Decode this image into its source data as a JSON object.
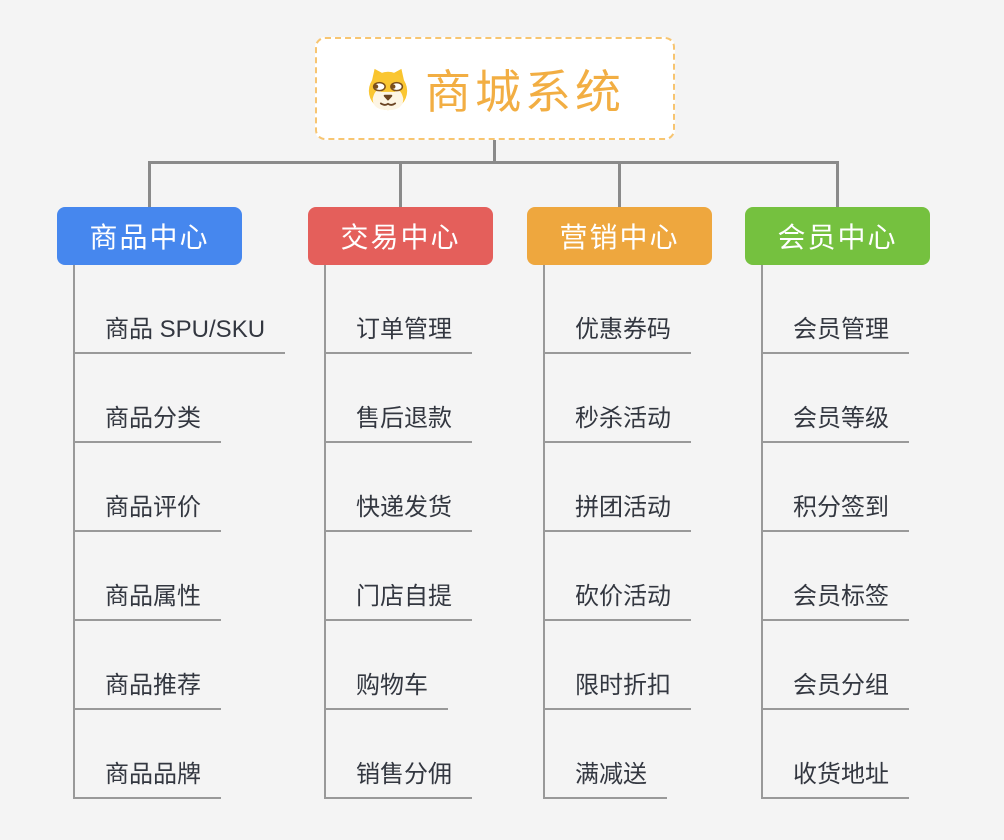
{
  "root": {
    "title": "商城系统",
    "icon": "shiba-dog-icon",
    "title_color": "#f2ae43",
    "border_color": "#f7c571"
  },
  "connector_color": "#8a8a8a",
  "background_color": "#f4f4f4",
  "branches": [
    {
      "label": "商品中心",
      "color": "#4687ee",
      "items": [
        "商品 SPU/SKU",
        "商品分类",
        "商品评价",
        "商品属性",
        "商品推荐",
        "商品品牌"
      ]
    },
    {
      "label": "交易中心",
      "color": "#e45f5b",
      "items": [
        "订单管理",
        "售后退款",
        "快递发货",
        "门店自提",
        "购物车",
        "销售分佣"
      ]
    },
    {
      "label": "营销中心",
      "color": "#eea73e",
      "items": [
        "优惠券码",
        "秒杀活动",
        "拼团活动",
        "砍价活动",
        "限时折扣",
        "满减送"
      ]
    },
    {
      "label": "会员中心",
      "color": "#75c13f",
      "items": [
        "会员管理",
        "会员等级",
        "积分签到",
        "会员标签",
        "会员分组",
        "收货地址"
      ]
    }
  ]
}
